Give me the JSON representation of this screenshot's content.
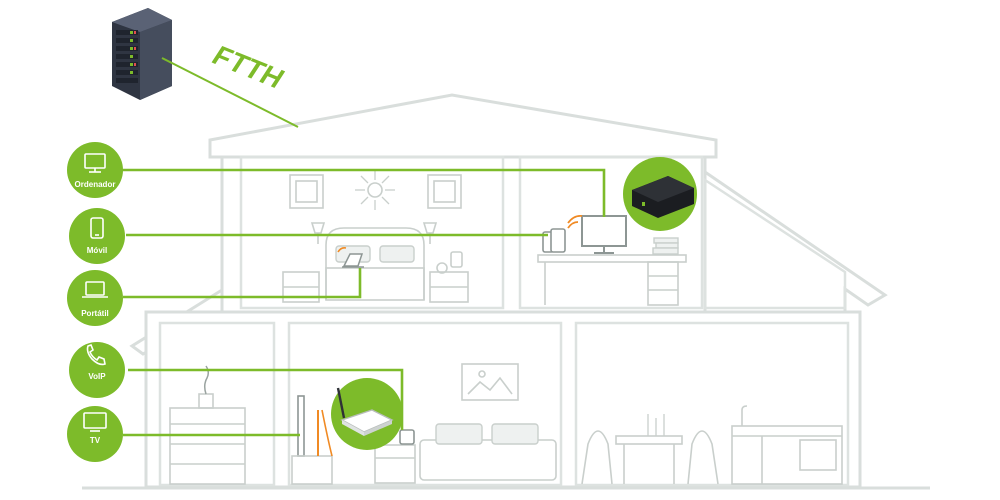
{
  "connection_label": "FTTH",
  "devices": [
    {
      "id": "ordenador",
      "label": "Ordenador",
      "icon": "monitor-icon"
    },
    {
      "id": "movil",
      "label": "Móvil",
      "icon": "smartphone-icon"
    },
    {
      "id": "portatil",
      "label": "Portátil",
      "icon": "laptop-icon"
    },
    {
      "id": "voip",
      "label": "VoIP",
      "icon": "phone-icon"
    },
    {
      "id": "tv",
      "label": "TV",
      "icon": "tv-icon"
    }
  ],
  "colors": {
    "accent": "#7dbb2a",
    "outline": "#d9dedc",
    "server": "#3a4150"
  }
}
